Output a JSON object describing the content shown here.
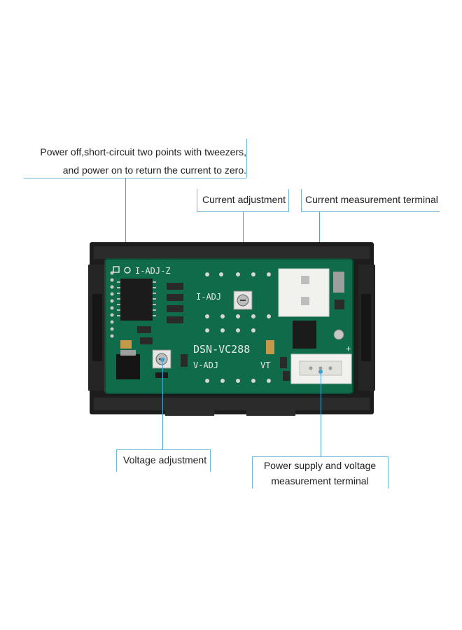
{
  "callouts": {
    "zero_reset": {
      "line1": "Power off,short-circuit two points with tweezers,",
      "line2": "and power on to return the current to zero."
    },
    "current_adjustment": "Current adjustment",
    "current_terminal": "Current measurement terminal",
    "voltage_adjustment": "Voltage adjustment",
    "power_terminal": {
      "line1": "Power supply and voltage",
      "line2": "measurement terminal"
    }
  },
  "board": {
    "silk_iadj_z": "I-ADJ-Z",
    "silk_iadj": "I-ADJ",
    "silk_model": "DSN-VC288",
    "silk_vadj": "V-ADJ",
    "silk_vt": "VT",
    "silk_plus": "+"
  },
  "colors": {
    "pcb": "#0f6b4a",
    "bezel": "#1e1e1e",
    "connector": "#f1f1ee",
    "leader": "#4aa8d0"
  }
}
